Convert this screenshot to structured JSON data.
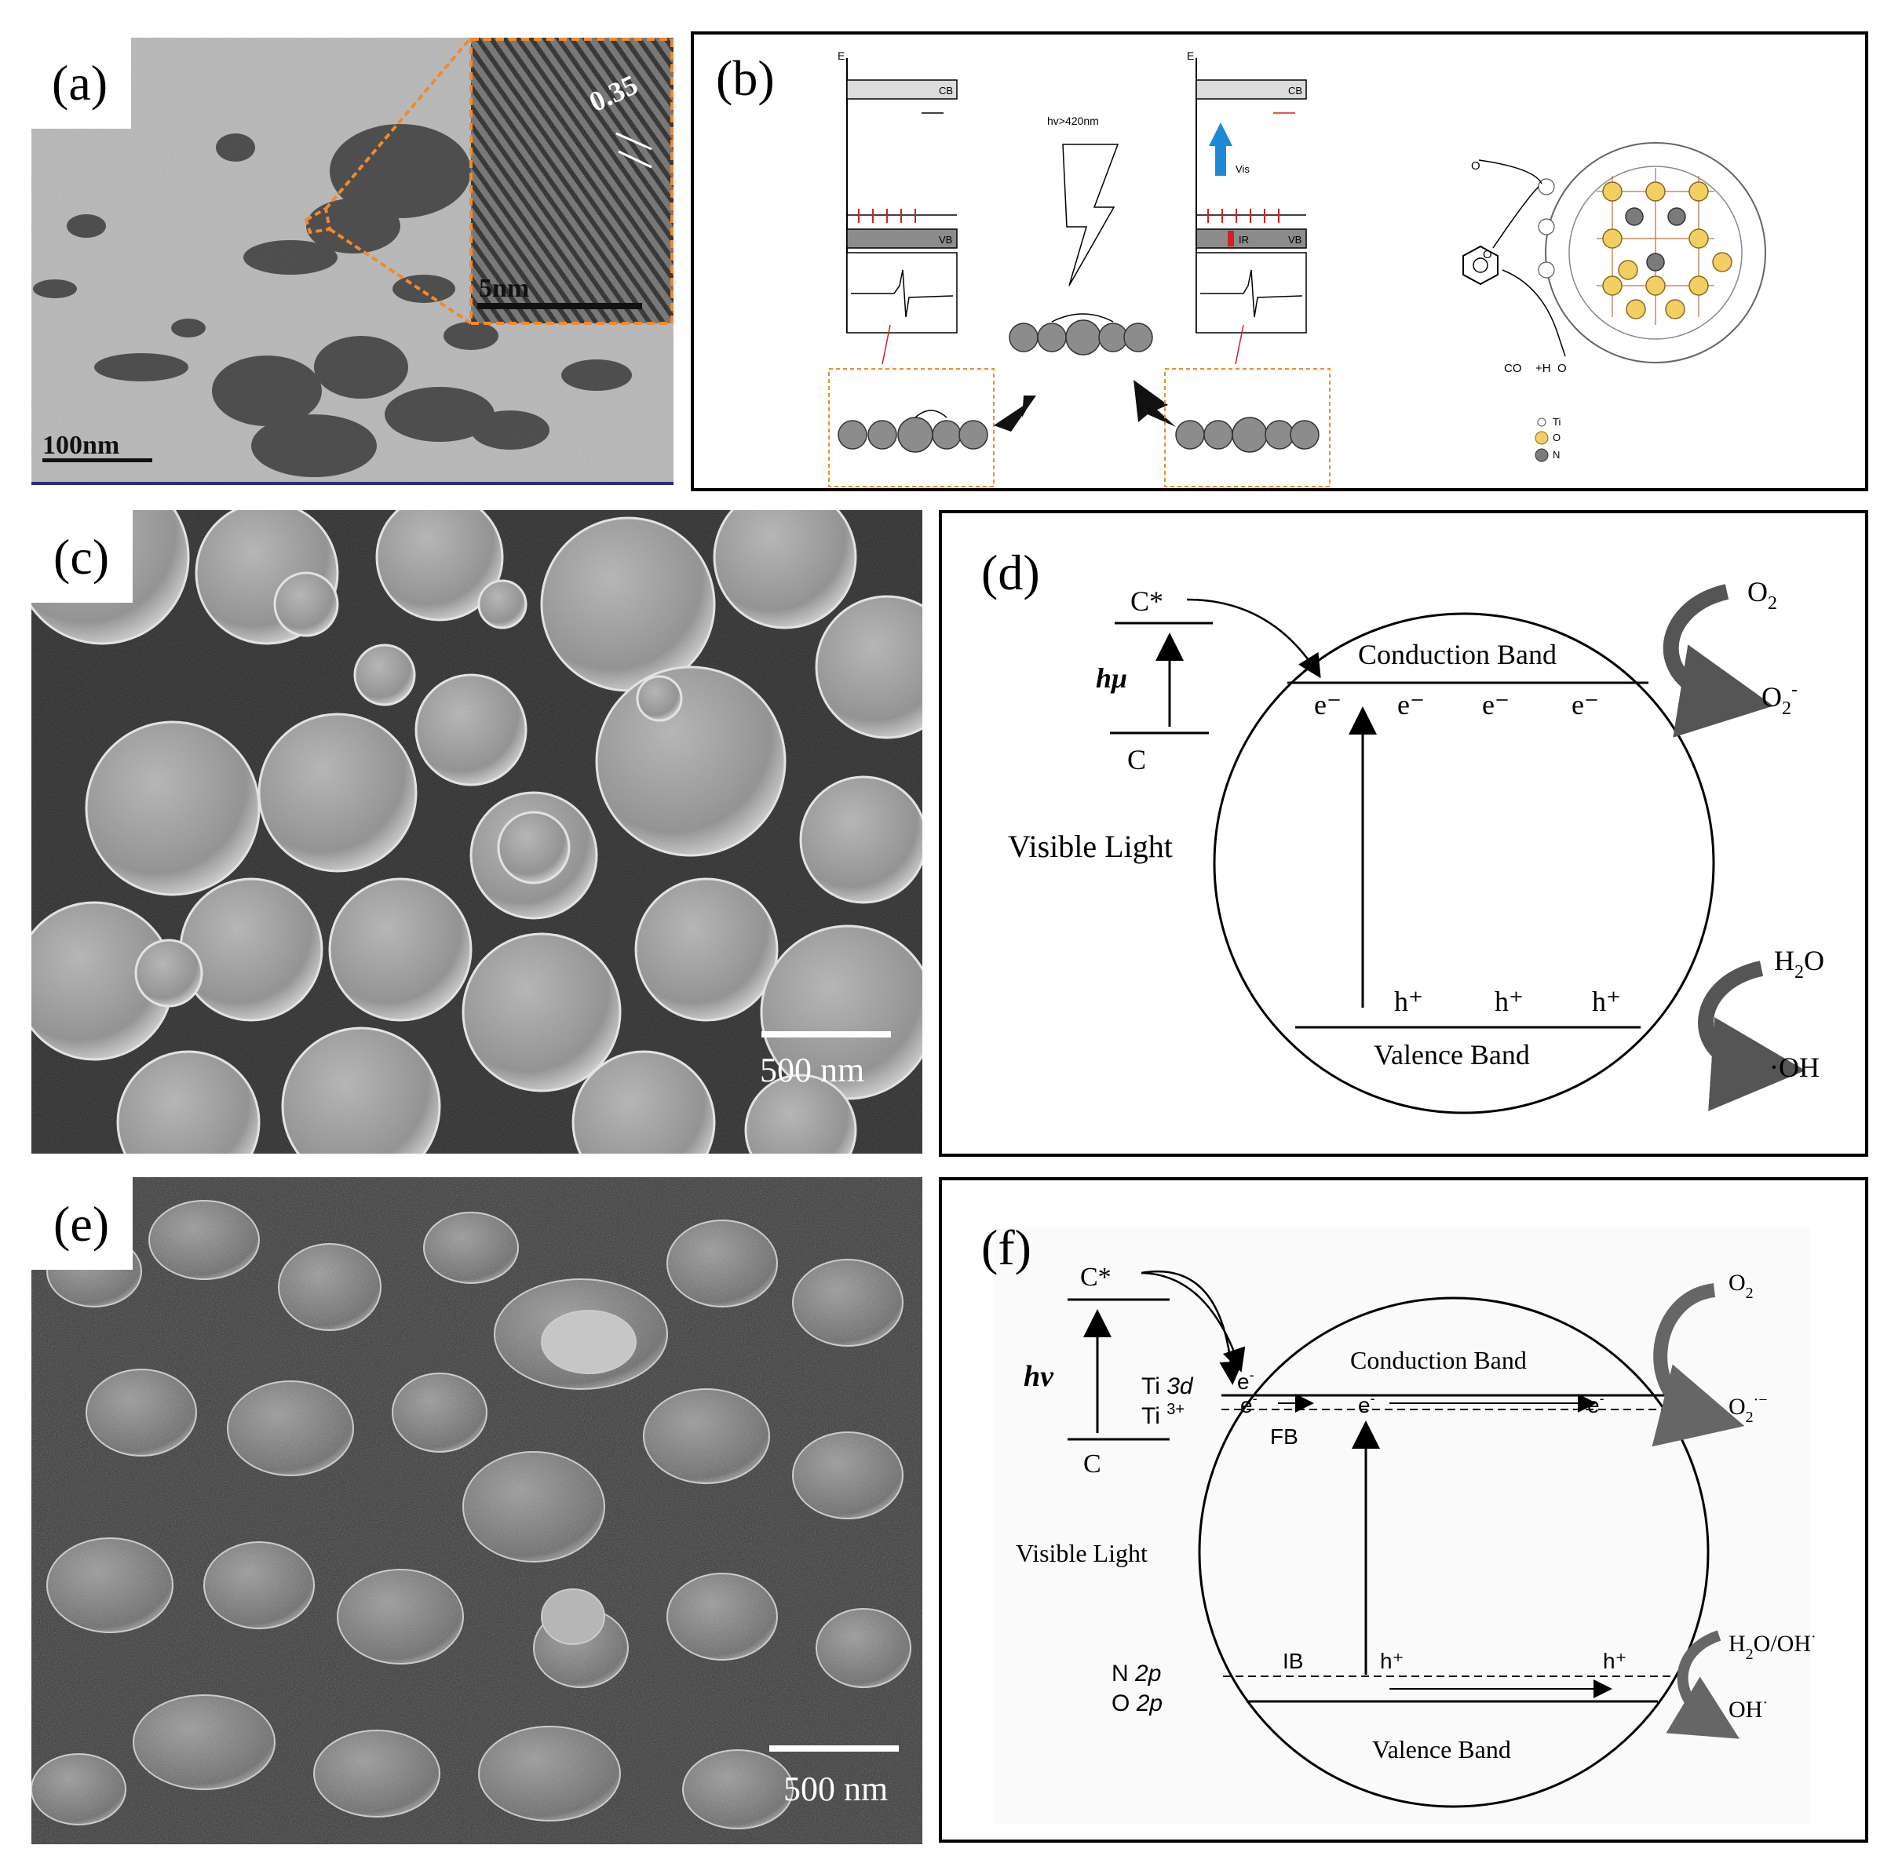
{
  "panels": {
    "a": {
      "tag": "(a)",
      "scale_main": "100nm",
      "scale_inset": "5nm",
      "lattice_spacing": "0.35"
    },
    "b": {
      "tag": "(b)",
      "e_axis": "E",
      "cb": "CB",
      "vb": "VB",
      "light": "hv>420nm",
      "vis": "Vis",
      "ir": "IR",
      "o2": "O",
      "co2": "CO",
      "h2o": "+H",
      "o_end": "O",
      "legend": [
        "Ti",
        "O",
        "N"
      ]
    },
    "c": {
      "tag": "(c)",
      "scale": "500 nm"
    },
    "d": {
      "tag": "(d)",
      "c_star": "C*",
      "c": "C",
      "hmu": "hμ",
      "visible": "Visible Light",
      "cb": "Conduction Band",
      "vb": "Valence Band",
      "electron": "e⁻",
      "hole": "h⁺",
      "o2": "O",
      "o2_sub": "2",
      "o2m": "O",
      "o2m_sub": "2",
      "o2m_sup": "-",
      "h2o_h": "H",
      "h2o_sub": "2",
      "h2o_o": "O",
      "oh": "·OH"
    },
    "e": {
      "tag": "(e)",
      "scale": "500 nm"
    },
    "f": {
      "tag": "(f)",
      "c_star": "C*",
      "c": "C",
      "hv": "hv",
      "ti3d": "Ti",
      "ti3d_it": "3d",
      "ti3p": "Ti",
      "ti3p_sup": "3+",
      "fb": "FB",
      "ib": "IB",
      "n2p": "N",
      "n2p_it": "2p",
      "o2p": "O",
      "o2p_it": "2p",
      "visible": "Visible Light",
      "cb": "Conduction Band",
      "vb": "Valence Band",
      "electron": "e",
      "electron_sup": "-",
      "hole": "h⁺",
      "o2": "O",
      "o2_sub": "2",
      "o2r": "O",
      "o2r_sub": "2",
      "o2r_sup": "·−",
      "h2o": "H",
      "h2o_rest": "O/OH",
      "h2o_sub": "2",
      "h2o_sup": "·",
      "oh": "OH",
      "oh_sup": "·"
    }
  },
  "colors": {
    "frame": "#000000",
    "tem_bg": "#b9b9b9",
    "sem_bg": "#3a3a3a",
    "highlight": "#f08a2c",
    "accent_blue": "#1e8ad6",
    "accent_red": "#d42020",
    "atom_yellow": "#f2cf63",
    "atom_gray": "#7b7b7b"
  }
}
